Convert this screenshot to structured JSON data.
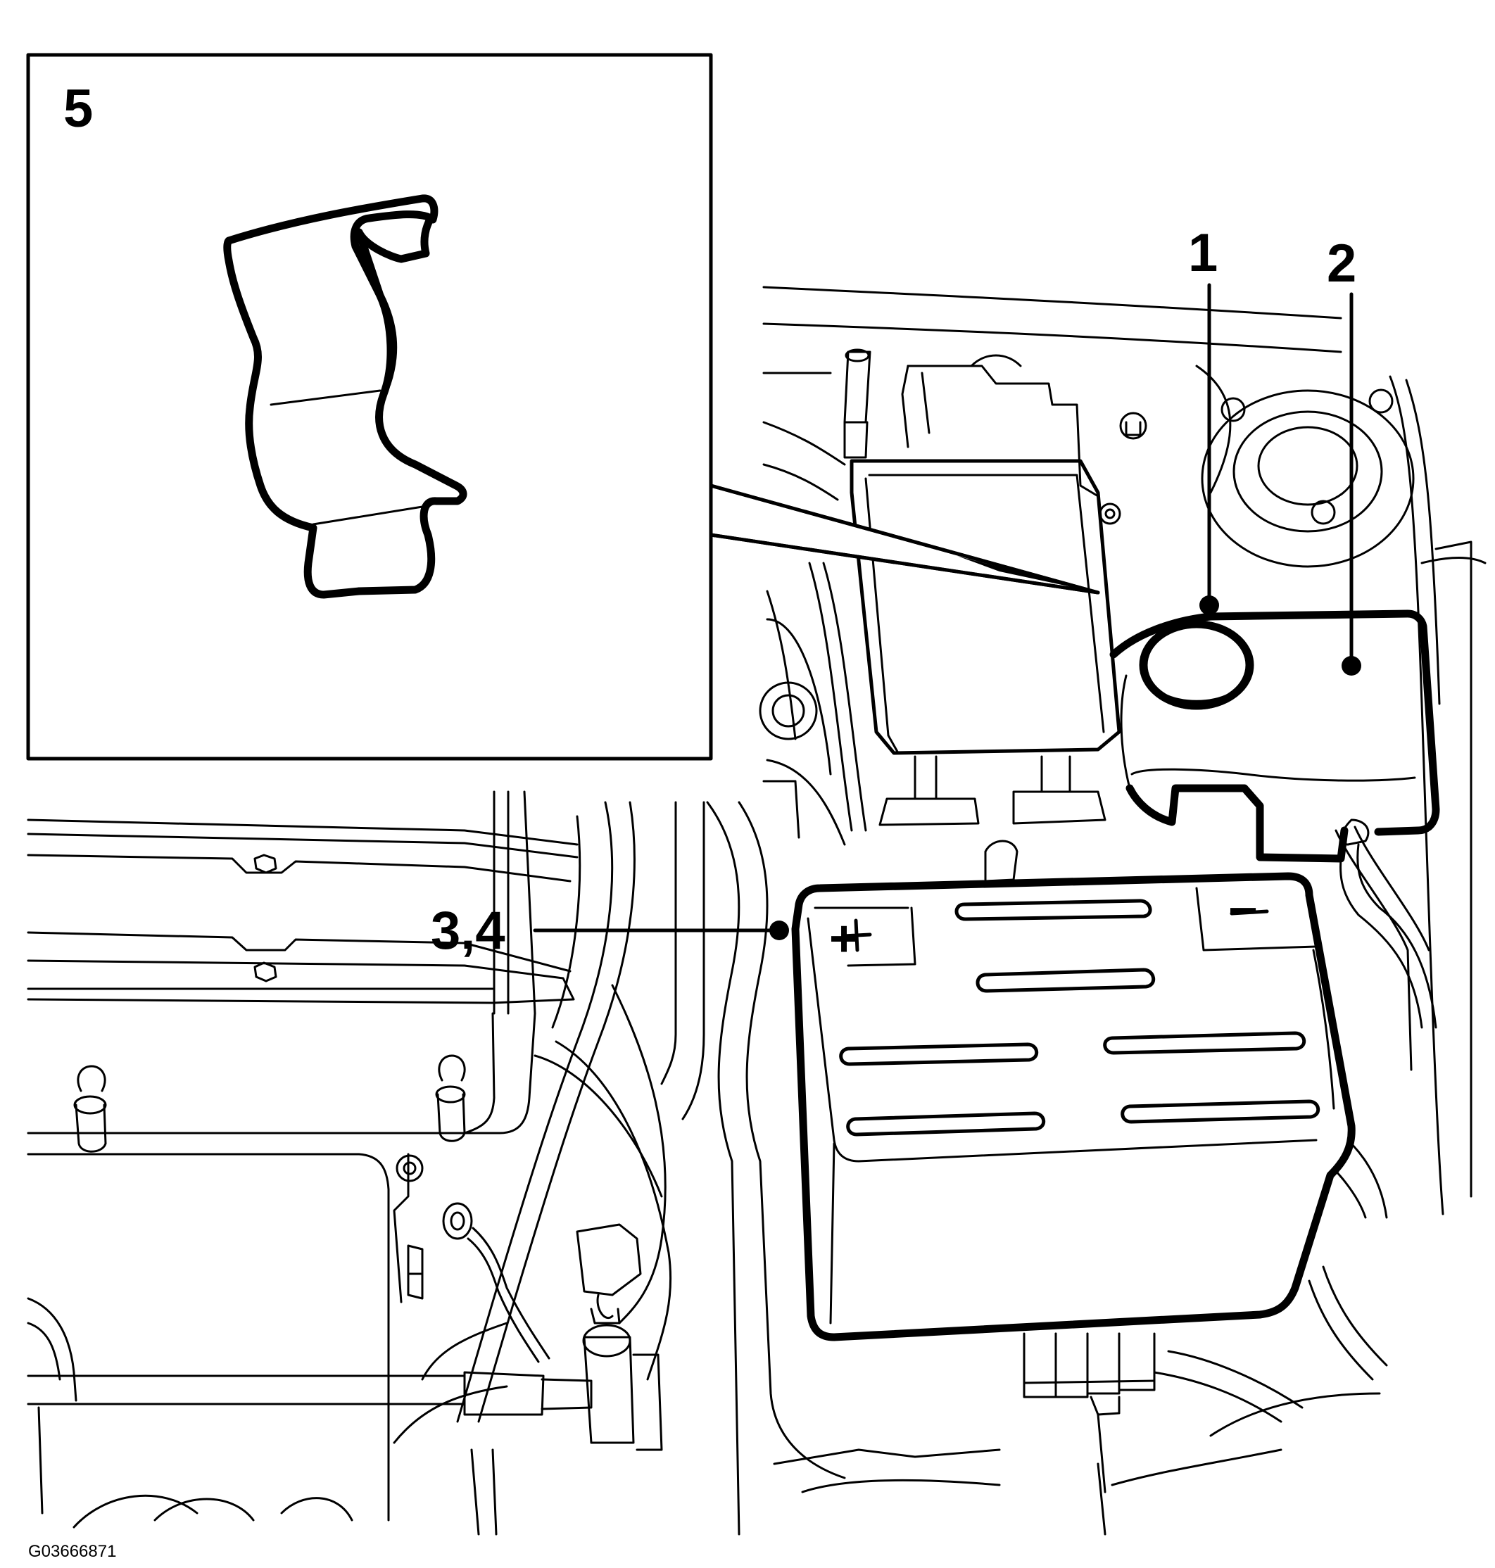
{
  "labels": {
    "inset": "5",
    "callout_1": "1",
    "callout_2": "2",
    "callout_3_4": "3,4",
    "battery_plus": "+",
    "battery_minus": "−"
  },
  "figure_id": "G03666871",
  "colors": {
    "ink": "#000000",
    "paper": "#ffffff"
  }
}
